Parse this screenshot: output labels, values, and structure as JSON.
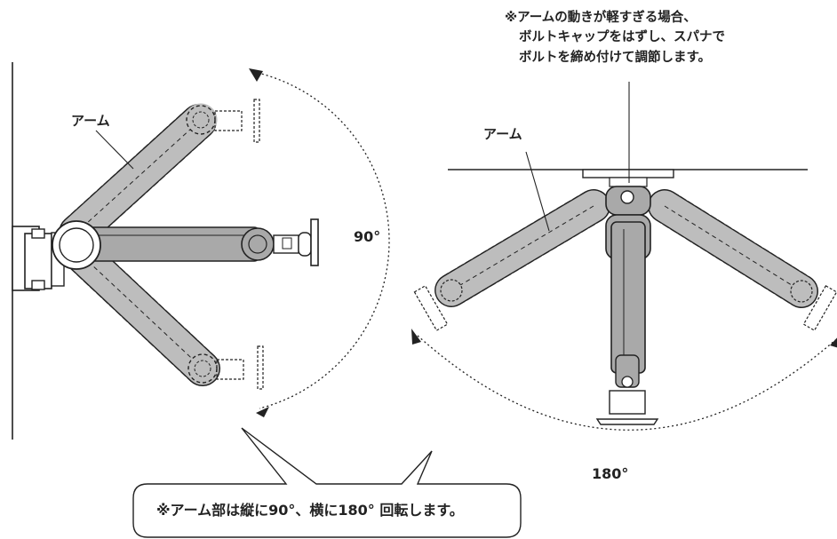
{
  "labels": {
    "note_line1": "※アームの動きが軽すぎる場合、",
    "note_line2": "ボルトキャップをはずし、スパナで",
    "note_line3": "ボルトを締め付けて調節します。",
    "arm_left": "アーム",
    "arm_right": "アーム",
    "angle_vertical": "90°",
    "angle_horizontal": "180°",
    "callout": "※アーム部は縦に90°、横に180° 回転します。"
  },
  "colors": {
    "arm_fill": "#a9a9a9",
    "arm_ghost": "#bdbdbd",
    "line": "#222222"
  }
}
